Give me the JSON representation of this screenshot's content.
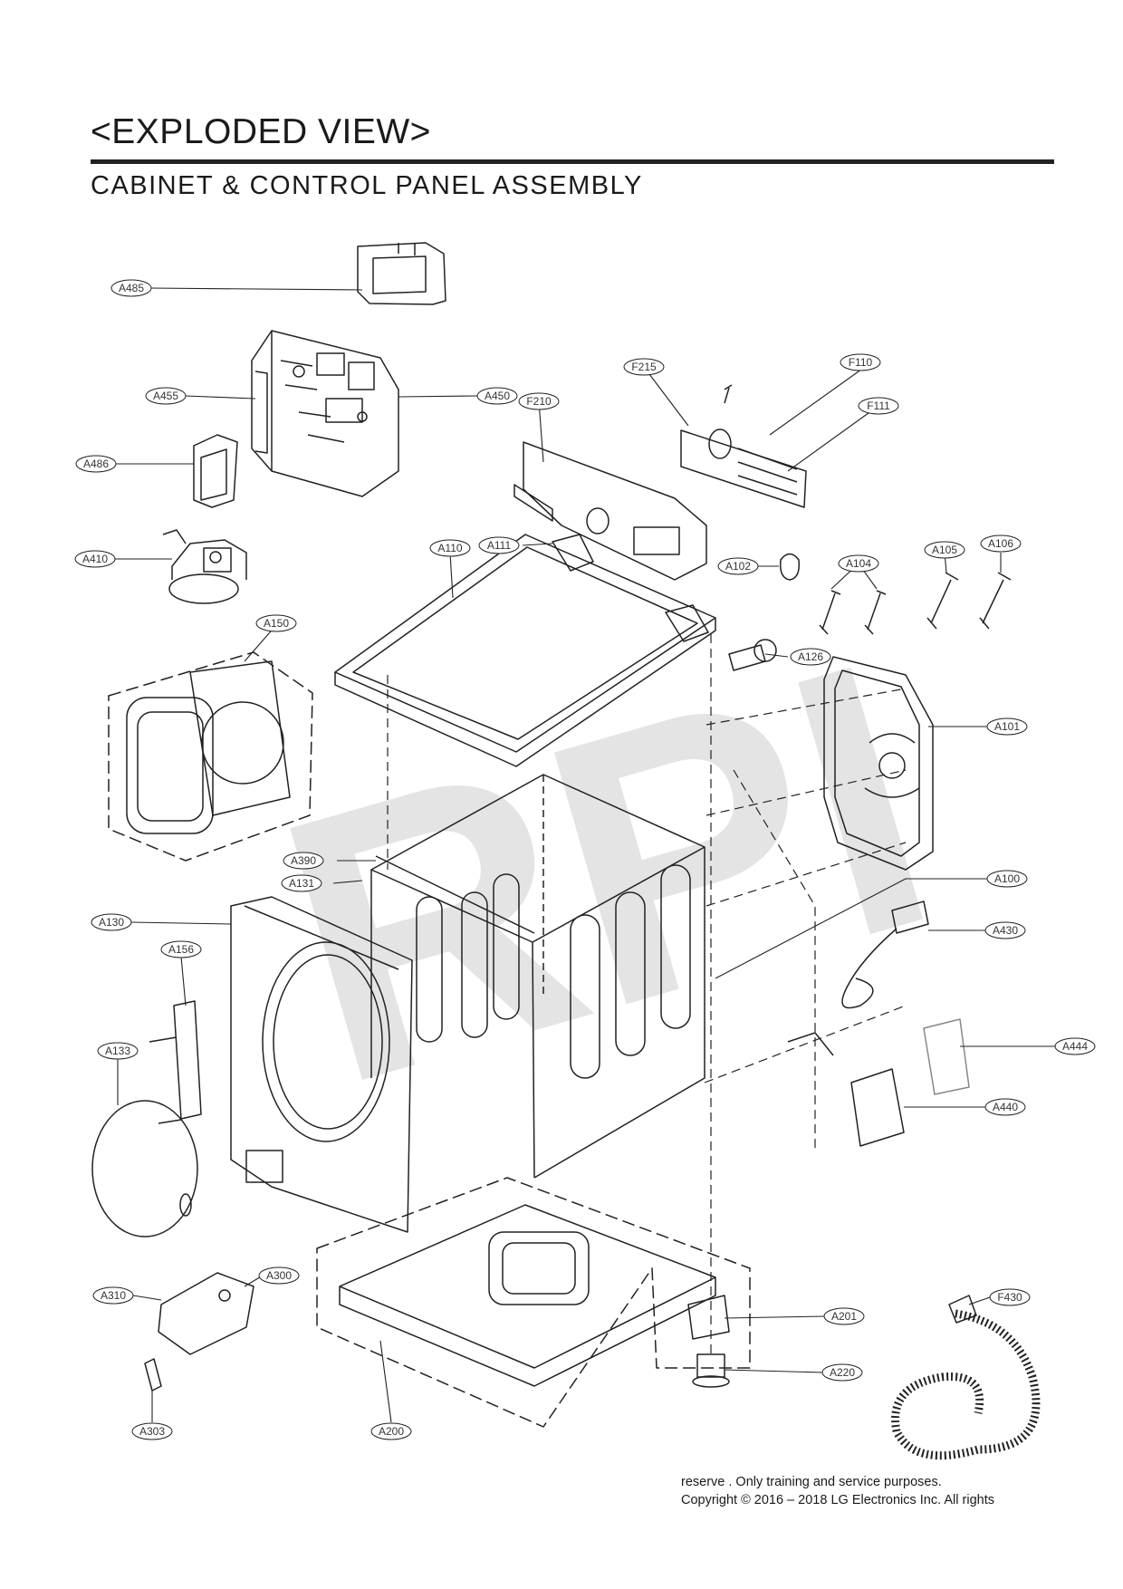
{
  "header": {
    "title": "<EXPLODED VIEW>",
    "subtitle": "CABINET & CONTROL PANEL ASSEMBLY"
  },
  "watermark": {
    "text": "RPI"
  },
  "callouts": [
    {
      "id": "a485",
      "label": "A485"
    },
    {
      "id": "a455",
      "label": "A455"
    },
    {
      "id": "a450",
      "label": "A450"
    },
    {
      "id": "a486",
      "label": "A486"
    },
    {
      "id": "a410",
      "label": "A410"
    },
    {
      "id": "f215",
      "label": "F215"
    },
    {
      "id": "f110",
      "label": "F110"
    },
    {
      "id": "f111",
      "label": "F111"
    },
    {
      "id": "f210",
      "label": "F210"
    },
    {
      "id": "a110",
      "label": "A110"
    },
    {
      "id": "a111",
      "label": "A111"
    },
    {
      "id": "a102",
      "label": "A102"
    },
    {
      "id": "a104",
      "label": "A104"
    },
    {
      "id": "a105",
      "label": "A105"
    },
    {
      "id": "a106",
      "label": "A106"
    },
    {
      "id": "a126",
      "label": "A126"
    },
    {
      "id": "a150",
      "label": "A150"
    },
    {
      "id": "a101",
      "label": "A101"
    },
    {
      "id": "a390",
      "label": "A390"
    },
    {
      "id": "a131",
      "label": "A131"
    },
    {
      "id": "a100",
      "label": "A100"
    },
    {
      "id": "a130",
      "label": "A130"
    },
    {
      "id": "a430",
      "label": "A430"
    },
    {
      "id": "a156",
      "label": "A156"
    },
    {
      "id": "a444",
      "label": "A444"
    },
    {
      "id": "a133",
      "label": "A133"
    },
    {
      "id": "a440",
      "label": "A440"
    },
    {
      "id": "a300",
      "label": "A300"
    },
    {
      "id": "f430",
      "label": "F430"
    },
    {
      "id": "a310",
      "label": "A310"
    },
    {
      "id": "a201",
      "label": "A201"
    },
    {
      "id": "a220",
      "label": "A220"
    },
    {
      "id": "a303",
      "label": "A303"
    },
    {
      "id": "a200",
      "label": "A200"
    }
  ],
  "footer": {
    "line1": "reserve  . Only training and service purposes.",
    "line2": "Copyright © 2016 – 2018 LG Electronics Inc. All rights"
  }
}
